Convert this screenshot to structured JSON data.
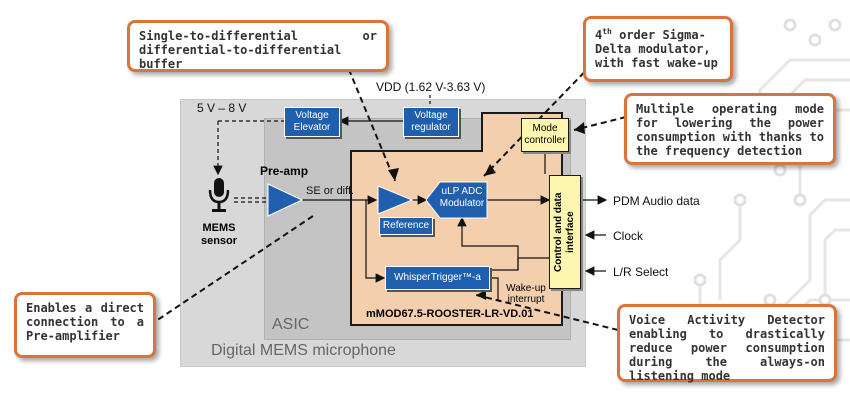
{
  "blocks": {
    "digital_mems": "Digital MEMS microphone",
    "asic": "ASIC",
    "core_name": "mMOD67.5-ROOSTER-LR-VD.01",
    "voltage_elevator": "Voltage Elevator",
    "voltage_regulator": "Voltage regulator",
    "mode_controller": "Mode controller",
    "preamp": "Pre-amp",
    "adc_modulator": "uLP ADC Modulator",
    "reference": "Reference",
    "whispertrigger": "WhisperTrigger™-a",
    "control_interface": "Control and data interface"
  },
  "labels": {
    "supply_5_8": "5 V – 8 V",
    "vdd": "VDD (1.62 V-3.63 V)",
    "mems_sensor": "MEMS sensor",
    "se_or_diff": "SE or diff.",
    "wakeup_interrupt": "Wake-up interrupt",
    "pdm_audio": "PDM Audio data",
    "clock": "Clock",
    "lr_select": "L/R Select"
  },
  "callouts": {
    "buffer": "Single-to-differential or differential-to-differential buffer",
    "sigma_delta_sup": "th",
    "sigma_delta_num": "4",
    "sigma_delta_rest": " order Sigma-Delta modulator, with fast wake-up",
    "operating_mode": "Multiple operating mode for lowering the power consumption with thanks to the frequency detection",
    "direct_connection": "Enables a direct connection to a Pre-amplifier",
    "vad": "Voice Activity Detector enabling to drastically reduce power consumption during the always-on listening mode"
  },
  "colors": {
    "core_fill": "#f4cfae",
    "block_blue": "#1f5fae",
    "interface_yellow": "#fdf6b0",
    "callout_border": "#d9753a"
  },
  "icons": {
    "microphone": "microphone-icon",
    "circuit_background": "circuit-traces-decoration"
  }
}
